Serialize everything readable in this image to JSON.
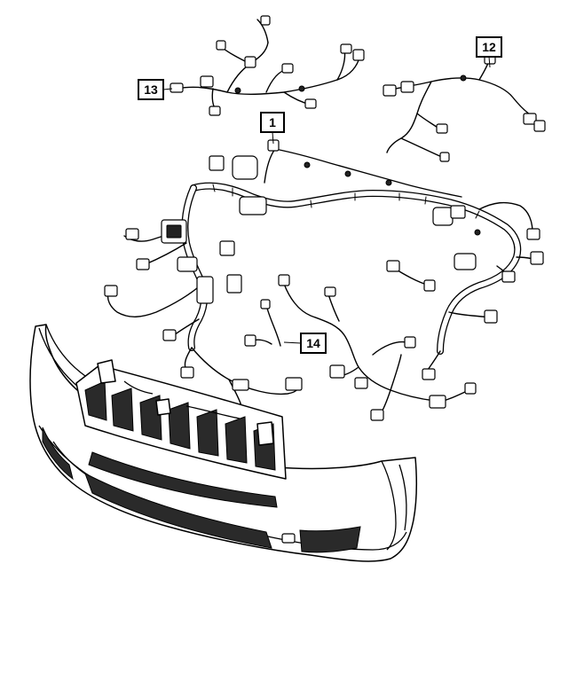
{
  "callouts": [
    {
      "id": "callout-1",
      "label": "1"
    },
    {
      "id": "callout-12",
      "label": "12"
    },
    {
      "id": "callout-13",
      "label": "13"
    },
    {
      "id": "callout-14",
      "label": "14"
    }
  ],
  "icons": {
    "harness": "wiring-harness-icon",
    "bumper": "front-bumper-fascia-icon",
    "connector": "connector-icon"
  },
  "colors": {
    "line": "#000000",
    "background": "#ffffff",
    "mesh": "#2a2a2a"
  }
}
